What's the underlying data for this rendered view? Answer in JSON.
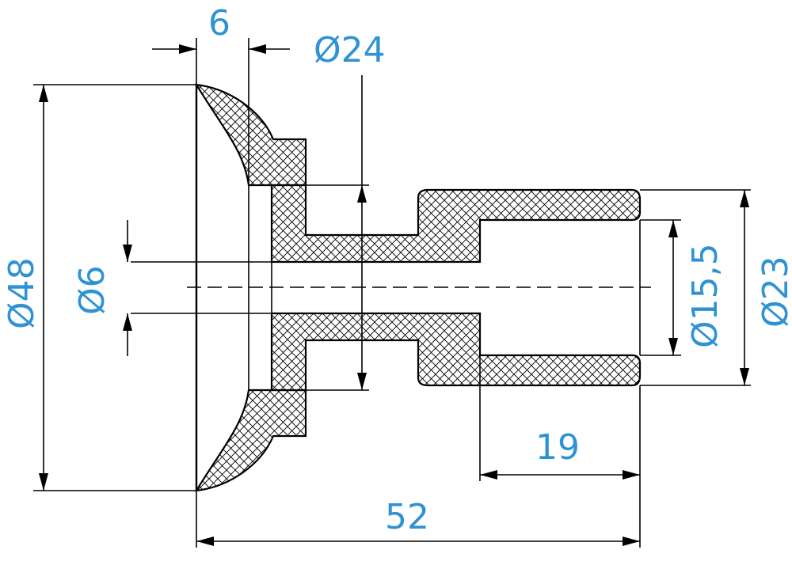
{
  "drawing": {
    "dimensions": {
      "flange_thickness": "6",
      "hub_diameter": "Ø24",
      "flange_diameter": "Ø48",
      "bore_diameter": "Ø6",
      "socket_inner_diameter": "Ø15,5",
      "socket_outer_diameter": "Ø23",
      "socket_depth": "19",
      "overall_length": "52"
    },
    "colors": {
      "dimension_text": "#2f93d3",
      "outline": "#000000"
    }
  }
}
